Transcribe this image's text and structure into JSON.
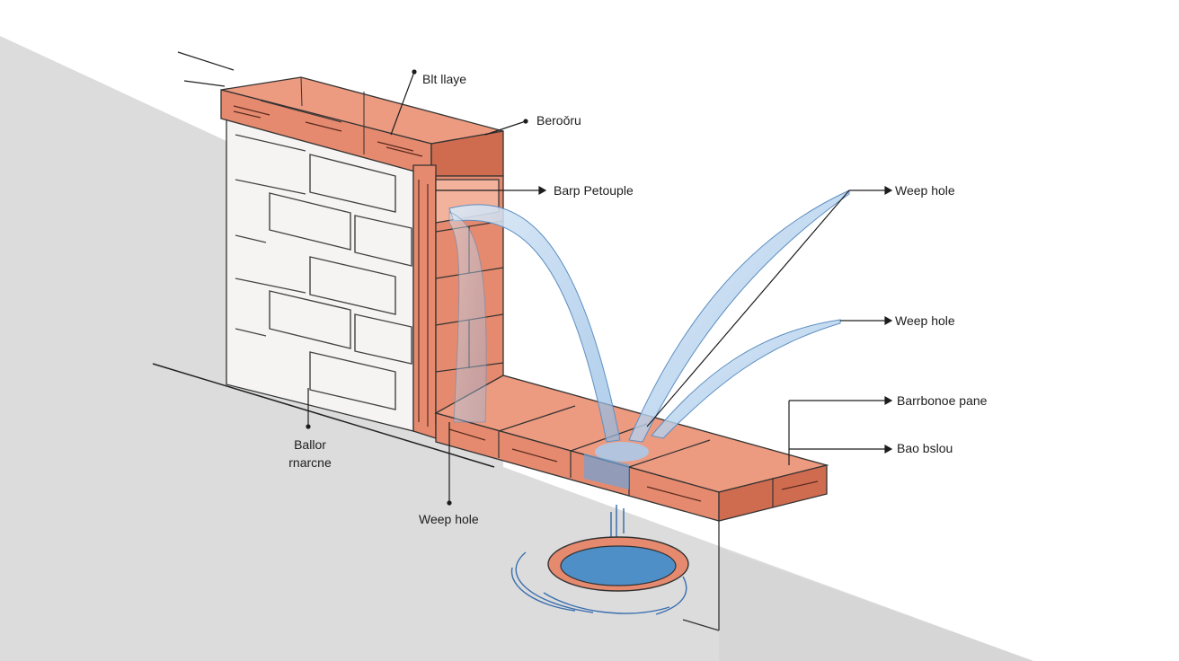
{
  "labels": {
    "bit_layer": "Blt llaye",
    "berooru": "Beroǒru",
    "barp_petouple": "Barp Petouple",
    "weep_hole_top": "Weep hole",
    "weep_hole_mid": "Weep hole",
    "barrbonoe_pane": "Barrbonoe pane",
    "bao_bslou": "Bao bslou",
    "ballor_marcne_line1": "Ballor",
    "ballor_marcne_line2": "rnarcne",
    "weep_hole_bottom": "Weep hole"
  },
  "colors": {
    "brick": "#e58a6f",
    "brick_top": "#ec9a80",
    "brick_side": "#cf6c50",
    "mortar_line": "#5a2a1f",
    "block_wall": "#f6f4f2",
    "ground": "#dcdcdc",
    "water": "#a9cdee",
    "water_pool": "#4f8fc8"
  }
}
